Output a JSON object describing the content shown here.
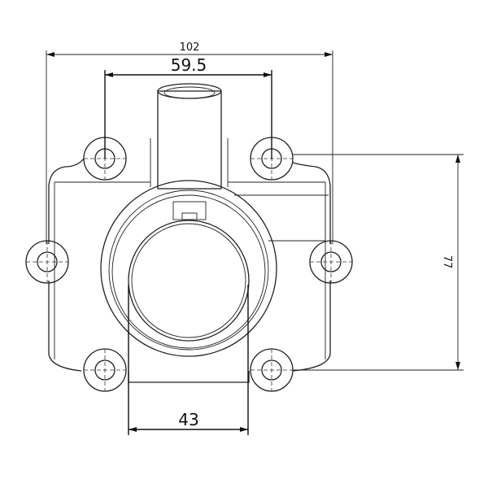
{
  "drawing": {
    "dimensions": {
      "overall_width": "102",
      "bolt_spacing": "59.5",
      "height": "77",
      "bore_diameter": "43"
    }
  }
}
